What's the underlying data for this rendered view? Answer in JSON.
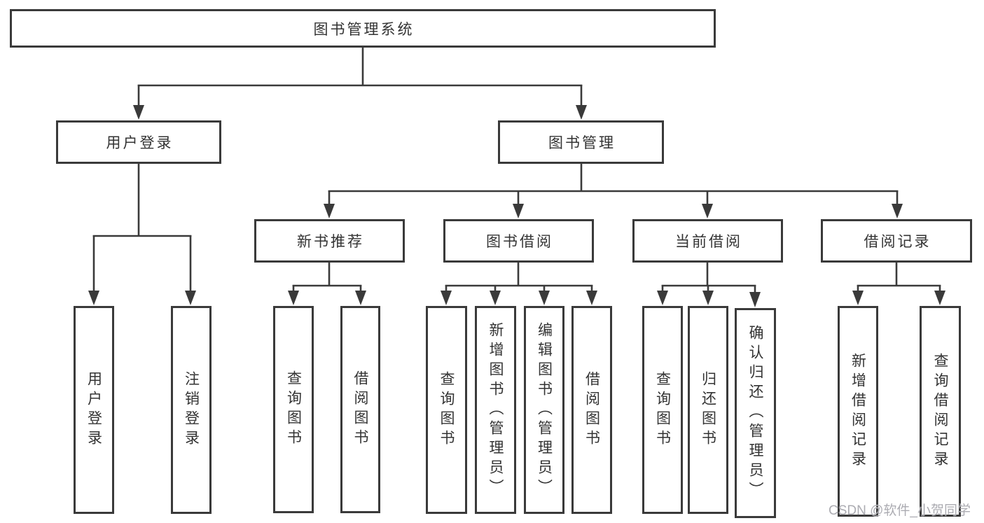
{
  "diagram": {
    "title": "图书管理系统",
    "nodes": {
      "root": "图书管理系统",
      "user_login": "用户登录",
      "book_mgmt": "图书管理",
      "new_book_rec": "新书推荐",
      "book_borrow": "图书借阅",
      "current_borrow": "当前借阅",
      "borrow_record": "借阅记录",
      "ul_user_login": "用户登录",
      "ul_logout": "注销登录",
      "nb_query": "查询图书",
      "nb_borrow": "借阅图书",
      "bb_query": "查询图书",
      "bb_add": "新增图书（管理员）",
      "bb_edit": "编辑图书（管理员）",
      "bb_borrow": "借阅图书",
      "cb_query": "查询图书",
      "cb_return": "归还图书",
      "cb_confirm": "确认归还（管理员）",
      "br_add": "新增借阅记录",
      "br_query": "查询借阅记录"
    },
    "colors": {
      "line": "#3a3a3a",
      "text": "#333333",
      "box_background": "#ffffff",
      "watermark": "#a8a8ae"
    }
  },
  "watermark": "CSDN @软件_小贺同学"
}
